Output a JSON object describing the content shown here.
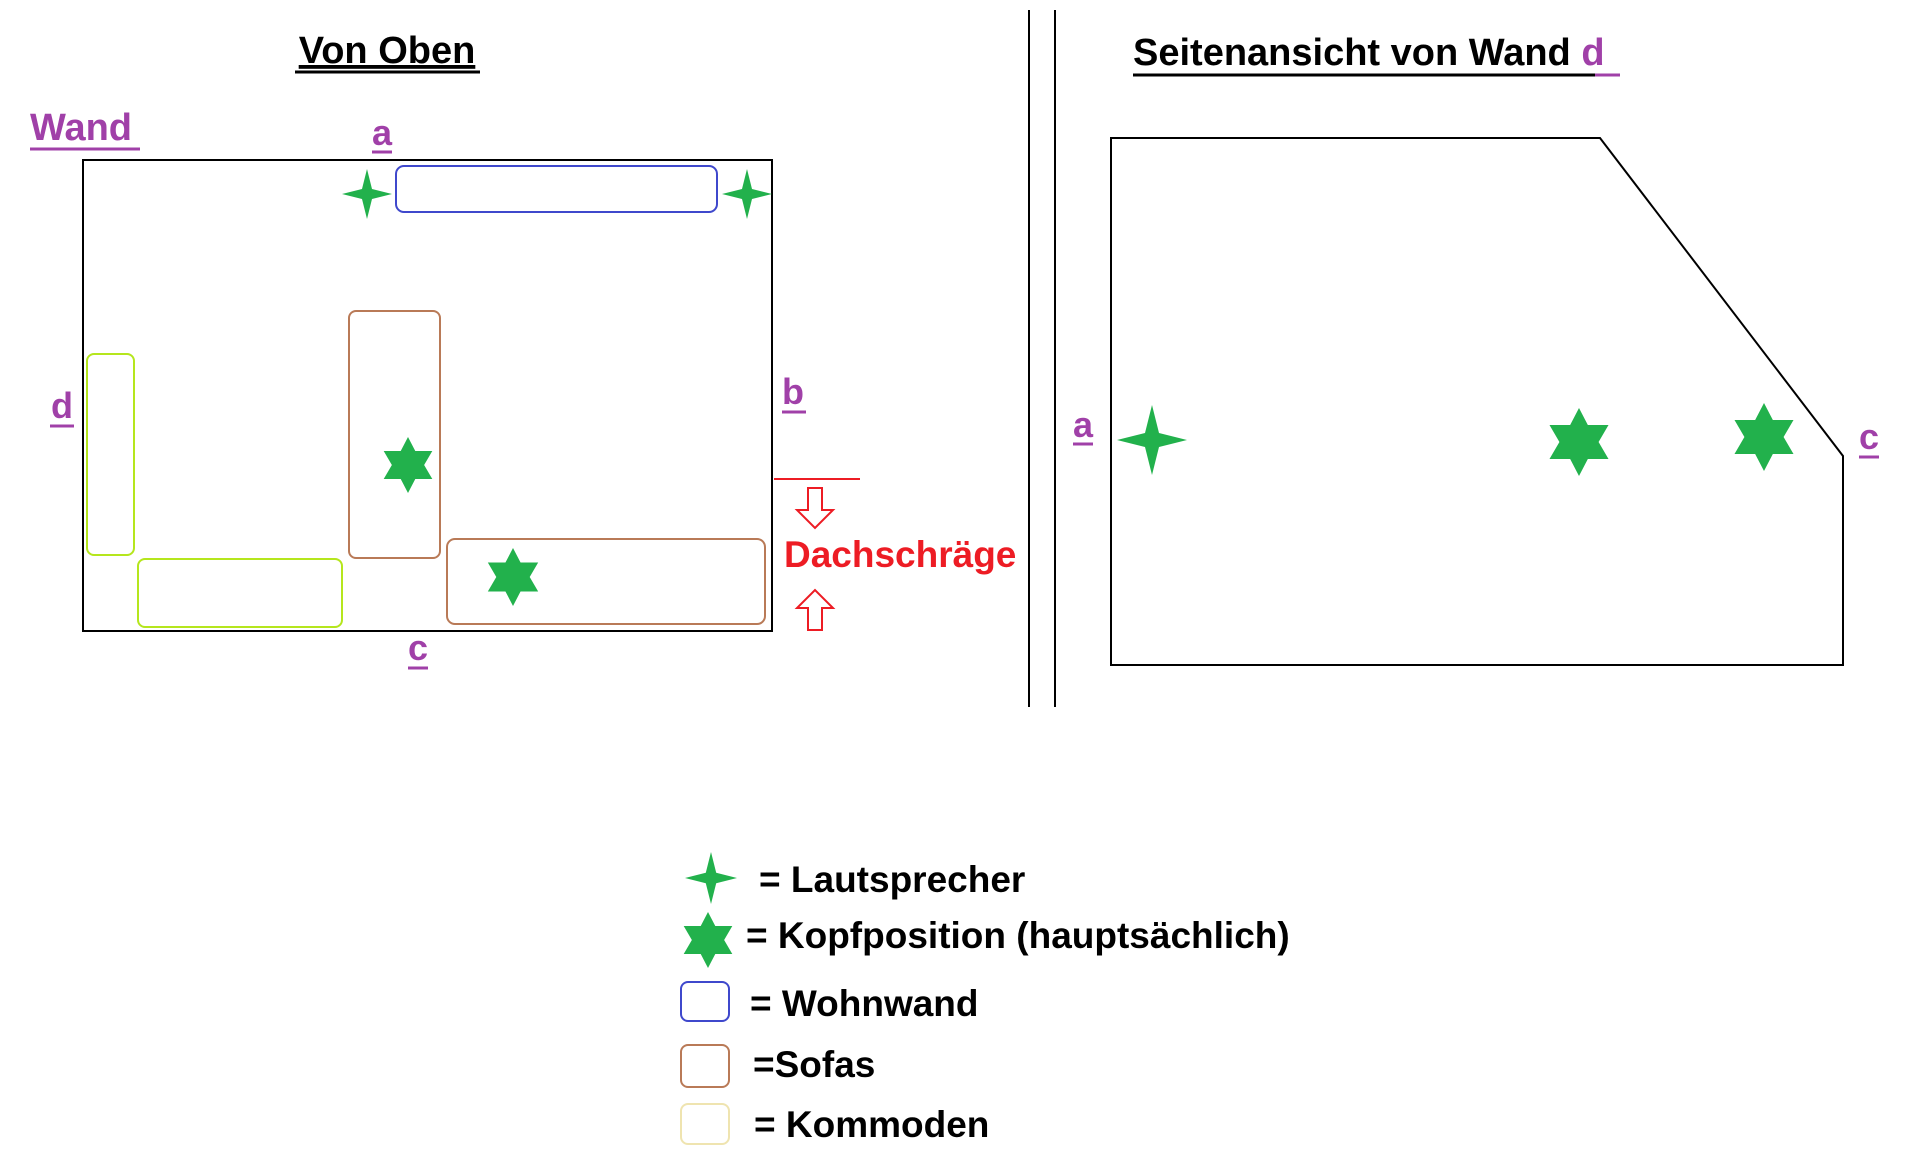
{
  "colors": {
    "wall_label": "#a040a8",
    "speaker": "#22b14c",
    "wohnwand": "#3f48cc",
    "sofa": "#b97a57",
    "kommode": "#b5e61d",
    "kommode_legend": "#efe4b0",
    "roof": "#ed1c24",
    "line": "#000000"
  },
  "top_view": {
    "title": "Von Oben",
    "wall_heading": "Wand",
    "labels": {
      "a": "a",
      "b": "b",
      "c": "c",
      "d": "d"
    },
    "roof_label": "Dachschräge"
  },
  "side_view": {
    "title_prefix": "Seitenansicht von Wand ",
    "title_wall": "d",
    "labels": {
      "a": "a",
      "c": "c"
    }
  },
  "legend": {
    "speaker": "= Lautsprecher",
    "head": "= Kopfposition (hauptsächlich)",
    "wohnwand": "= Wohnwand",
    "sofas": "=Sofas",
    "kommoden": "= Kommoden"
  }
}
